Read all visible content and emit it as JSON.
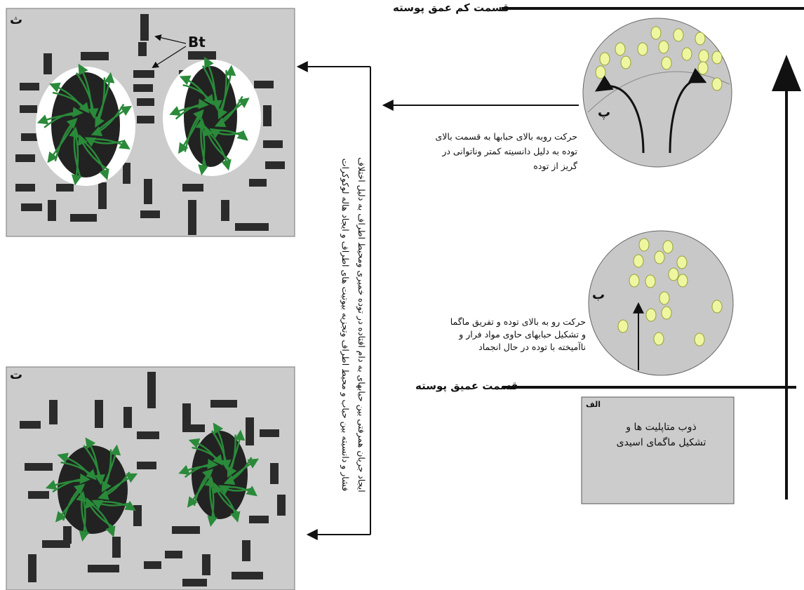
{
  "labels": {
    "shallow_crust": "قسمت کم عمق پوسته",
    "deep_crust": "قسمت عمیق پوسته",
    "bt": "Bt",
    "panel_alef": "الف",
    "panel_be": "ب",
    "panel_pe": "پ",
    "panel_te": "ت",
    "panel_se": "ث"
  },
  "texts": {
    "alef_line1": "ذوب متاپلیت ها و",
    "alef_line2": "تشکیل ماگمای اسیدی",
    "be_line1": "حرکت رو به بالای توده و تفریق ماگما",
    "be_line2": "و تشکیل حبابهای حاوی مواد فرار و",
    "be_line3": "ناآمیخته با توده در حال انجماد",
    "pe_line1": "حرکت روبه بالای حبابها به قسمت بالای",
    "pe_line2": "توده به دلیل دانسیته کمتر وناتوانی در",
    "pe_line3": "گریز از توده",
    "vertical_line1": "ایجاد جریان همرفتی بین حبابهای به دام افتاده در توده خمیری ومحیط اطراف به دلیل اختلاف",
    "vertical_line2": "فشار و دانسیته بین حباب و محیط اطراف وتجزیه بیوتیت های اطراف و ایجاد هاله لوکوکرات"
  },
  "colors": {
    "panel_gray": "#cccccc",
    "circle_gray": "#c8c8c8",
    "bubble_yellow": "#eef7a0",
    "bubble_stroke": "#9aa23a",
    "biotite_dark": "#2b2b2b",
    "arrow_green": "#2a8a3a"
  }
}
